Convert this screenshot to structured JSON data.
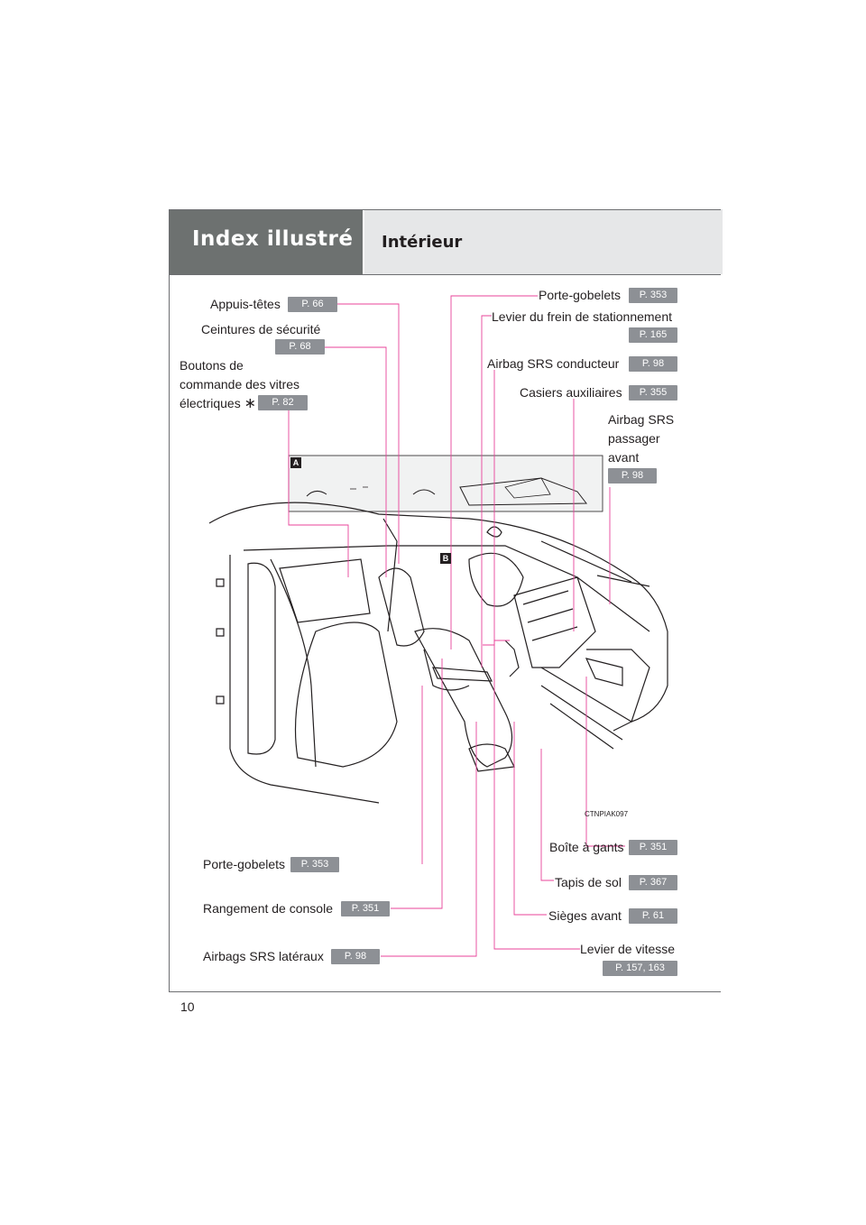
{
  "header": {
    "section_title": "Index illustré",
    "subsection_title": "Intérieur"
  },
  "labels": {
    "appuis_tetes": {
      "text": "Appuis-têtes",
      "page": "P. 66"
    },
    "ceintures": {
      "text": "Ceintures de sécurité",
      "page": "P. 68"
    },
    "boutons_line1": "Boutons de",
    "boutons_line2": "commande des vitres",
    "boutons_line3": "électriques",
    "boutons_asterisk": "∗",
    "boutons_page": "P. 82",
    "porte_gobelets_top": {
      "text": "Porte-gobelets",
      "page": "P. 353"
    },
    "levier_frein": {
      "text": "Levier du frein de stationnement",
      "page": "P. 165"
    },
    "airbag_conducteur": {
      "text": "Airbag SRS conducteur",
      "page": "P. 98"
    },
    "casiers": {
      "text": "Casiers auxiliaires",
      "page": "P. 355"
    },
    "airbag_passager_line1": "Airbag SRS",
    "airbag_passager_line2": "passager",
    "airbag_passager_line3": "avant",
    "airbag_passager_page": "P. 98",
    "porte_gobelets_bottom": {
      "text": "Porte-gobelets",
      "page": "P. 353"
    },
    "rangement": {
      "text": "Rangement de console",
      "page": "P. 351"
    },
    "airbags_lateraux": {
      "text": "Airbags SRS latéraux",
      "page": "P. 98"
    },
    "boite_gants": {
      "text": "Boîte à gants",
      "page": "P. 351"
    },
    "tapis": {
      "text": "Tapis de sol",
      "page": "P. 367"
    },
    "sieges": {
      "text": "Sièges avant",
      "page": "P. 61"
    },
    "levier_vitesse": {
      "text": "Levier de vitesse",
      "page": "P. 157, 163"
    }
  },
  "figure": {
    "code": "CTNPIAK097",
    "inset_a": "A",
    "inset_b": "B"
  },
  "footer": {
    "page_number": "10"
  },
  "colors": {
    "leader": "#e8439a",
    "badge": "#8d9095",
    "header_dark": "#6d7170",
    "header_light": "#e6e7e8"
  }
}
